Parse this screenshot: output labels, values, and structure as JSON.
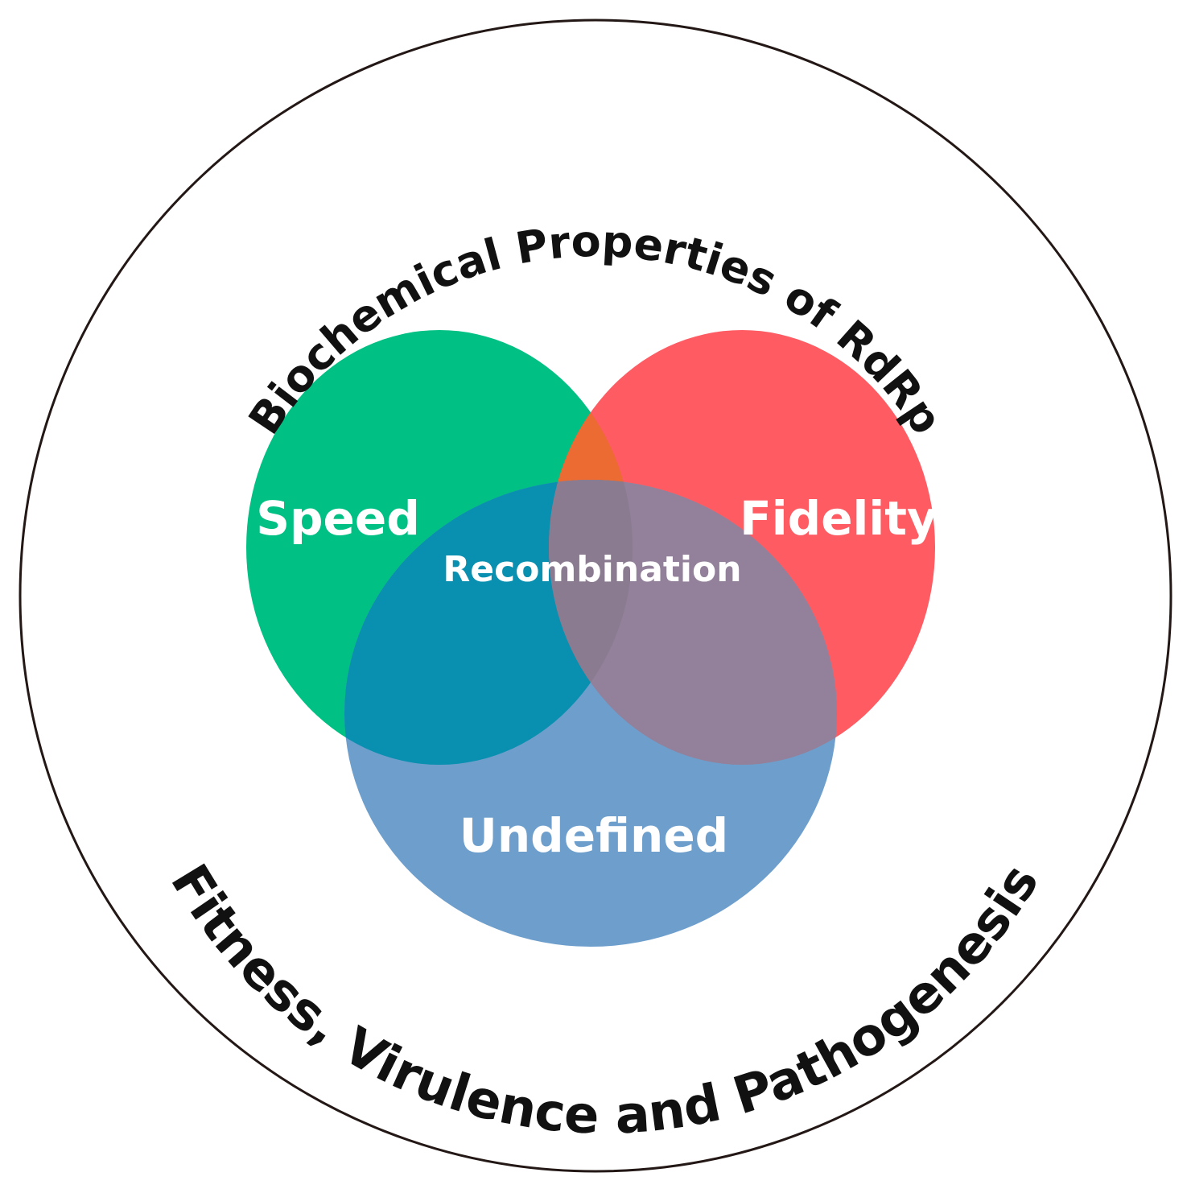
{
  "outer_ring": {
    "top_arc_text": "Biochemical Properties of RdRp",
    "bottom_arc_text": "Fitness, Virulence and Pathogenesis"
  },
  "venn": {
    "sets": [
      {
        "id": "speed",
        "label": "Speed",
        "color": "#00c083"
      },
      {
        "id": "fidelity",
        "label": "Fidelity",
        "color": "#ff5b62"
      },
      {
        "id": "undefined",
        "label": "Undefined",
        "color": "#6e9fcc"
      }
    ],
    "overlap_labels": [
      {
        "sets": [
          "speed",
          "fidelity",
          "undefined"
        ],
        "label": "Recombination"
      }
    ],
    "overlap_colors": {
      "speed_fidelity": "#ec6b32",
      "speed_undefined": "#098faf",
      "fidelity_undefined": "#93809a",
      "all_three": "#8a7b91"
    }
  }
}
